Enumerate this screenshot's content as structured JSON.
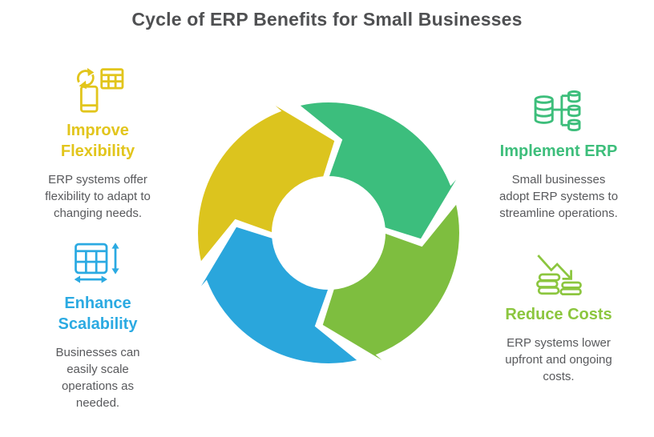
{
  "title": "Cycle of ERP Benefits for Small Businesses",
  "colors": {
    "background": "#FFFFFF",
    "title_text": "#4F5052",
    "body_text": "#58595C"
  },
  "sections": [
    {
      "id": "improve-flexibility",
      "heading": "Improve Flexibility",
      "body": "ERP systems offer flexibility to adapt to changing needs.",
      "color": "#E2C51C",
      "icon": "phone-spreadsheet-sync-icon",
      "position": "top-left"
    },
    {
      "id": "implement-erp",
      "heading": "Implement ERP",
      "body": "Small businesses adopt ERP systems to streamline operations.",
      "color": "#3DBE7B",
      "icon": "database-distribution-icon",
      "position": "top-right"
    },
    {
      "id": "enhance-scalability",
      "heading": "Enhance Scalability",
      "body": "Businesses can easily scale operations as needed.",
      "color": "#2BAAE2",
      "icon": "table-resize-arrows-icon",
      "position": "bottom-left"
    },
    {
      "id": "reduce-costs",
      "heading": "Reduce Costs",
      "body": "ERP systems lower upfront and ongoing costs.",
      "color": "#8CC63F",
      "icon": "coins-decline-arrow-icon",
      "position": "bottom-right"
    }
  ],
  "cycle": {
    "type": "clockwise-four-arrow-ring",
    "order": [
      "improve-flexibility",
      "implement-erp",
      "reduce-costs",
      "enhance-scalability"
    ],
    "arrow_colors": {
      "yellow": "#DCC41E",
      "green": "#3CBE7D",
      "olive": "#7EBE3F",
      "blue": "#2AA6DC"
    }
  }
}
